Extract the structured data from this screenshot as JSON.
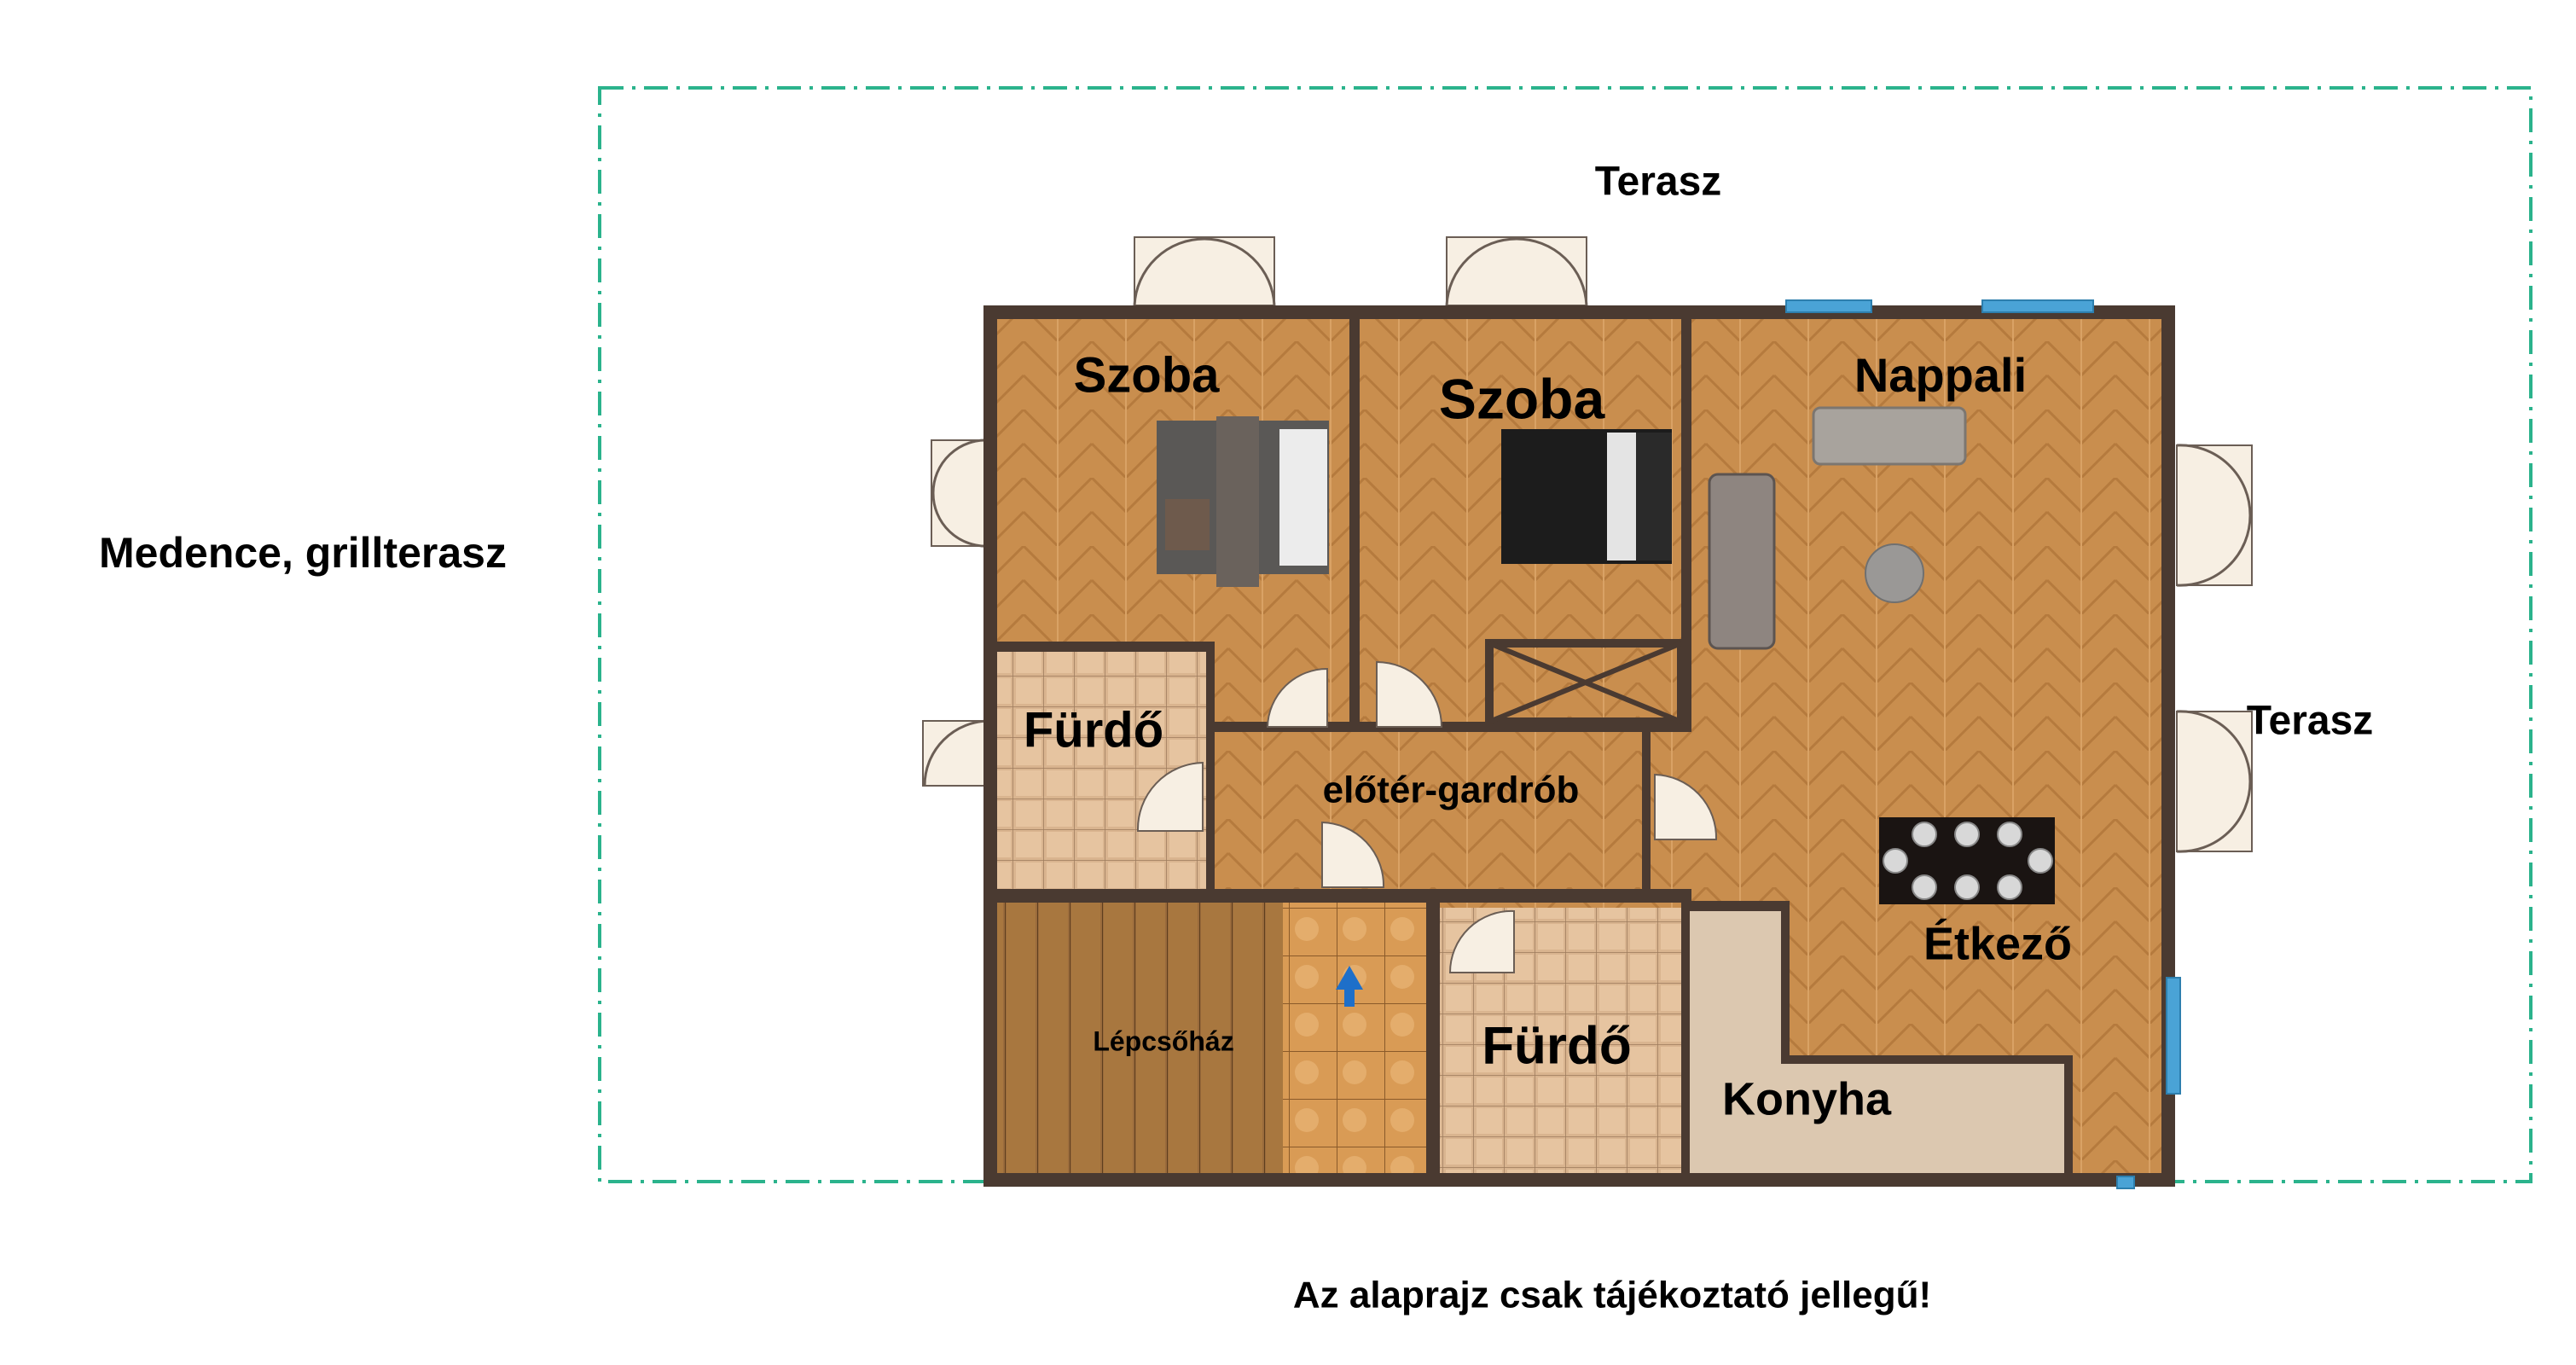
{
  "labels": {
    "terrace_top": "Terasz",
    "terrace_right": "Terasz",
    "pool_grill": "Medence, grillterasz",
    "disclaimer": "Az alaprajz csak tájékoztató jellegű!"
  },
  "rooms": {
    "bedroom_1": "Szoba",
    "bedroom_2": "Szoba",
    "living_room": "Nappali",
    "bathroom_1": "Fürdő",
    "hall_wardrobe": "előtér-gardrób",
    "dining": "Étkező",
    "staircase": "Lépcsőház",
    "bathroom_2": "Fürdő",
    "kitchen": "Konyha"
  },
  "colors": {
    "terrace_outline": "#2bb38c",
    "wall": "#4a3a31",
    "wood_floor": "#c98e4e",
    "tile_floor": "#d9b48f",
    "kitchen_floor": "#dcc8b0",
    "window": "#4aa3d6"
  }
}
